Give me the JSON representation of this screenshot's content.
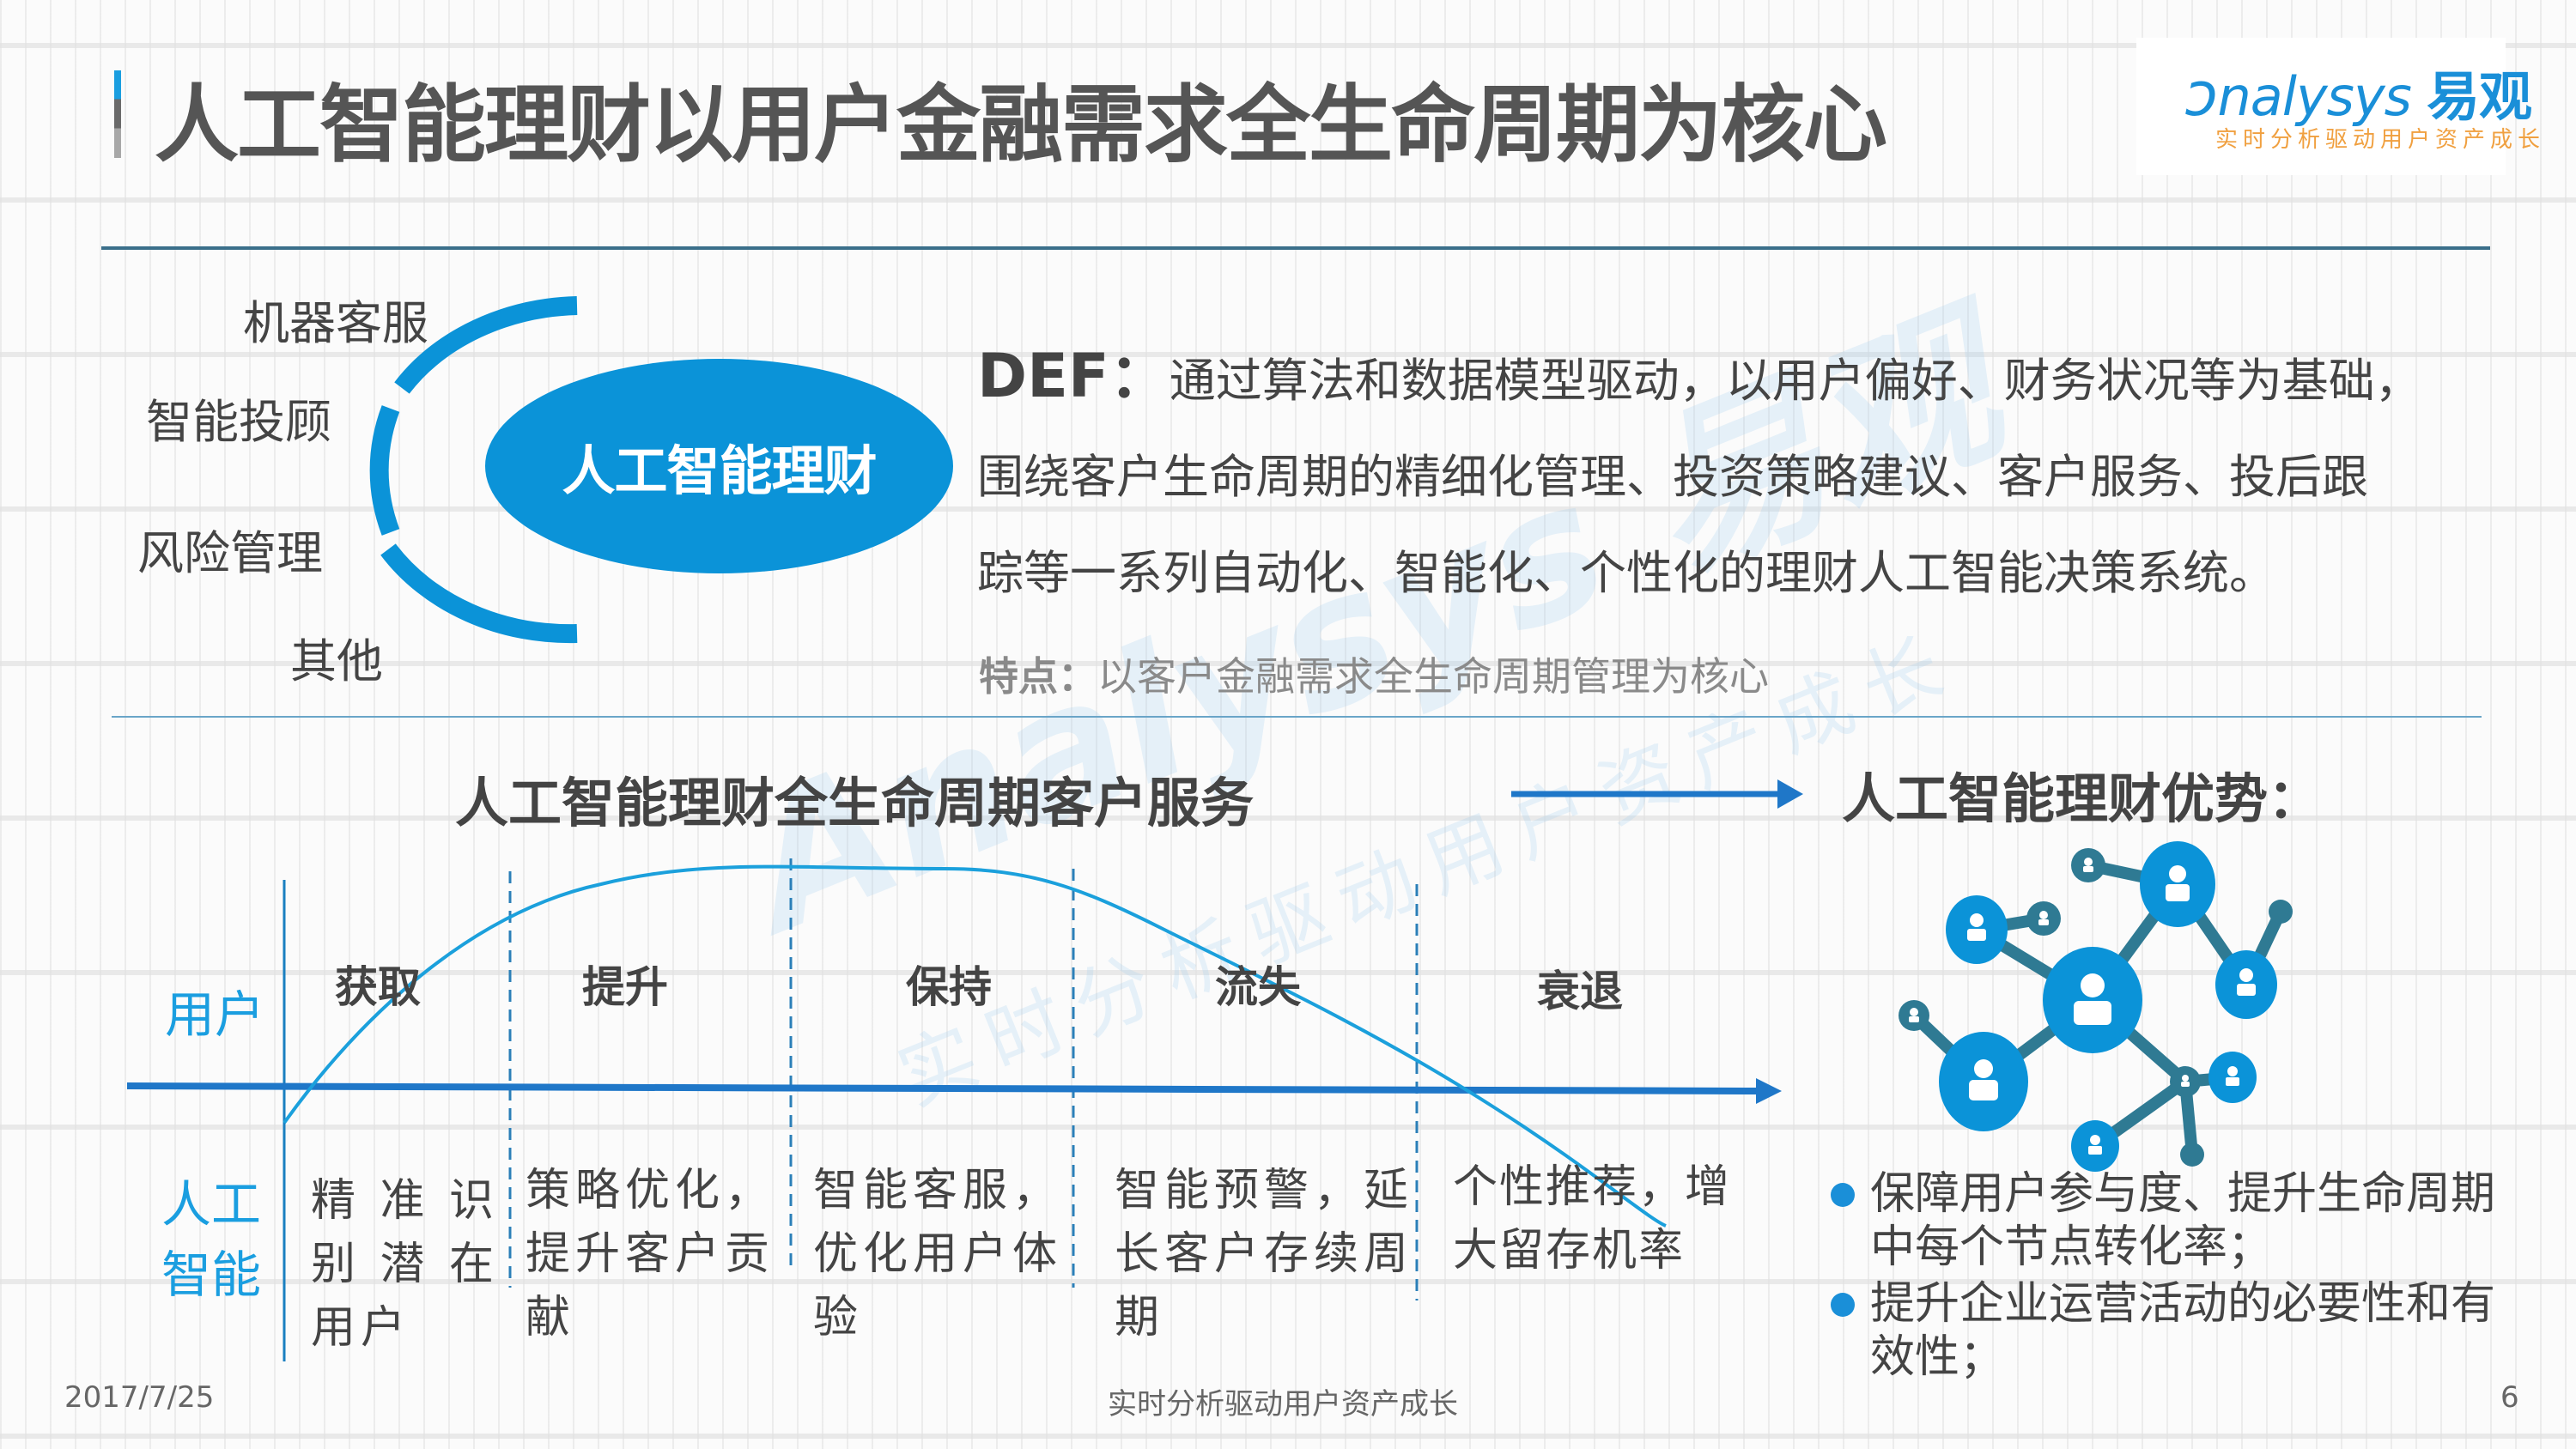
{
  "header": {
    "title": "人工智能理财以用户金融需求全生命周期为核心",
    "logo_text": "nalysys",
    "logo_cn": "易观",
    "logo_tagline": "实时分析驱动用户资产成长"
  },
  "concept": {
    "center_label": "人工智能理财",
    "arc_items": [
      "机器客服",
      "智能投顾",
      "风险管理",
      "其他"
    ]
  },
  "definition": {
    "label": "DEF：",
    "text": "通过算法和数据模型驱动，以用户偏好、财务状况等为基础，围绕客户生命周期的精细化管理、投资策略建议、客户服务、投后跟踪等一系列自动化、智能化、个性化的理财人工智能决策系统。",
    "lines": [
      "通过算法和数据模型驱动，以用户偏好、财务状况等为基础，",
      "围绕客户生命周期的精细化管理、投资策略建议、客户服务、投后跟",
      "踪等一系列自动化、智能化、个性化的理财人工智能决策系统。"
    ],
    "feature_label": "特点：",
    "feature_text": "以客户金融需求全生命周期管理为核心"
  },
  "lifecycle": {
    "title": "人工智能理财全生命周期客户服务",
    "row_user": "用户",
    "row_ai_line1": "人工",
    "row_ai_line2": "智能",
    "stages": [
      {
        "name": "获取",
        "desc": "精准识别潜在用户",
        "lines": [
          "精 准 识",
          "别 潜 在",
          "用户"
        ]
      },
      {
        "name": "提升",
        "desc": "策略优化，提升客户贡献",
        "lines": [
          "策略优化，",
          "提升客户贡",
          "献"
        ]
      },
      {
        "name": "保持",
        "desc": "智能客服，优化用户体验",
        "lines": [
          "智能客服，",
          "优化用户体",
          "验"
        ]
      },
      {
        "name": "流失",
        "desc": "智能预警，延长客户存续周期",
        "lines": [
          "智能预警，延",
          "长客户存续周",
          "期"
        ]
      },
      {
        "name": "衰退",
        "desc": "个性推荐，增大留存机率",
        "lines": [
          "个性推荐，增",
          "大留存机率"
        ]
      }
    ]
  },
  "advantages": {
    "title": "人工智能理财优势：",
    "items": [
      "保障用户参与度、提升生命周期中每个节点转化率；",
      "提升企业运营活动的必要性和有效性；"
    ]
  },
  "footer": {
    "date": "2017/7/25",
    "center": "实时分析驱动用户资产成长",
    "page": "6"
  },
  "watermark": {
    "text": "Analysys 易观",
    "tagline": "实时分析驱动用户资产成长"
  },
  "colors": {
    "accent_blue": "#0b93d8",
    "dark_teal": "#2f7a93",
    "text_dark": "#444444",
    "text_gray": "#8a8a8a",
    "logo_orange": "#f0a040"
  }
}
